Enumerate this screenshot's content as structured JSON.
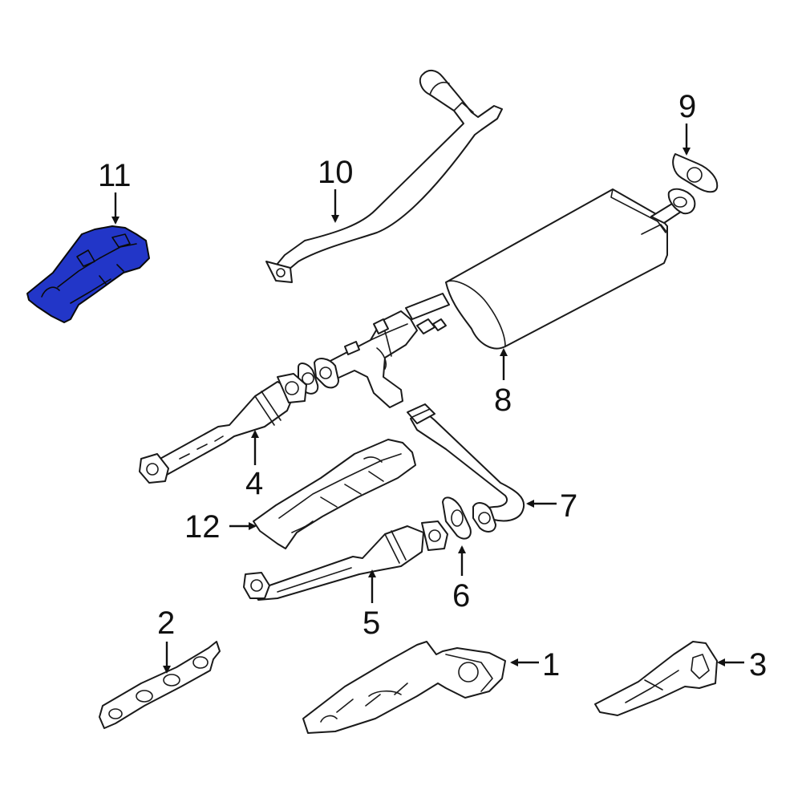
{
  "highlight_color": "#2236c8",
  "callouts": [
    {
      "id": "1",
      "label": "1"
    },
    {
      "id": "2",
      "label": "2"
    },
    {
      "id": "3",
      "label": "3"
    },
    {
      "id": "4",
      "label": "4"
    },
    {
      "id": "5",
      "label": "5"
    },
    {
      "id": "6",
      "label": "6"
    },
    {
      "id": "7",
      "label": "7"
    },
    {
      "id": "8",
      "label": "8"
    },
    {
      "id": "9",
      "label": "9"
    },
    {
      "id": "10",
      "label": "10"
    },
    {
      "id": "11",
      "label": "11"
    },
    {
      "id": "12",
      "label": "12"
    }
  ],
  "highlighted_part": "11"
}
